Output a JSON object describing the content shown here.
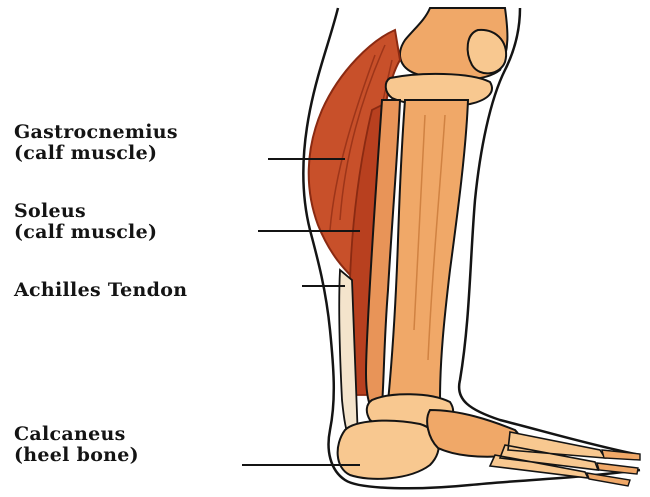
{
  "labels": {
    "gastrocnemius": {
      "name": "Gastrocnemius",
      "note": "(calf muscle)"
    },
    "soleus": {
      "name": "Soleus",
      "note": "(calf muscle)"
    },
    "achilles": {
      "name": "Achilles Tendon"
    },
    "calcaneus": {
      "name": "Calcaneus",
      "note": "(heel bone)"
    }
  },
  "colors": {
    "muscle": "#c8502a",
    "muscle_dark": "#8a2a12",
    "bone": "#f0a868",
    "bone_light": "#f8c890",
    "outline": "#141414"
  }
}
